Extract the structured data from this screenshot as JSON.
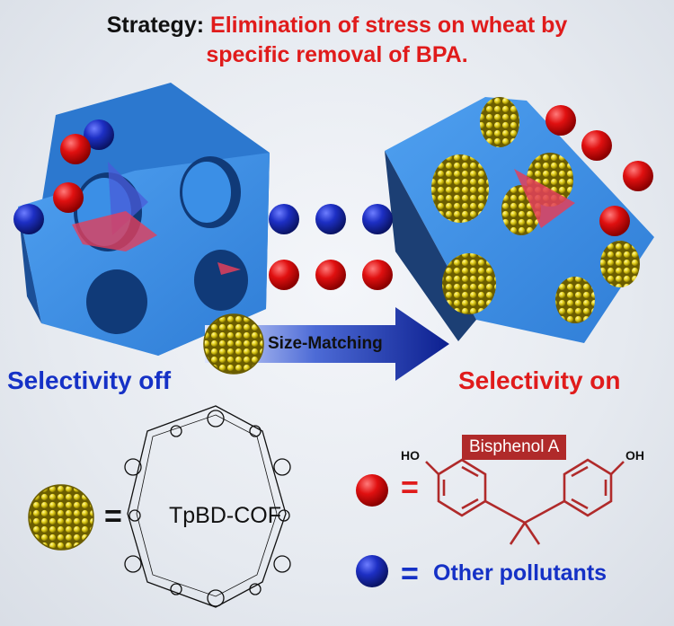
{
  "title": {
    "prefix": "Strategy:",
    "line1": "Elimination of stress on wheat by",
    "line2": "specific removal of BPA."
  },
  "labels": {
    "selectivity_off": "Selectivity off",
    "selectivity_on": "Selectivity on",
    "size_matching": "Size-Matching",
    "cof_name": "TpBD-COF",
    "equals": "=",
    "bisphenol": "Bisphenol A",
    "other_pollutants": "Other pollutants",
    "ho": "HO",
    "oh": "OH"
  },
  "colors": {
    "red": "#e01b1b",
    "blue": "#1531c6",
    "block": "#3a8de0",
    "cof": "#e6d21a",
    "bpa_struct": "#b02a2a"
  }
}
